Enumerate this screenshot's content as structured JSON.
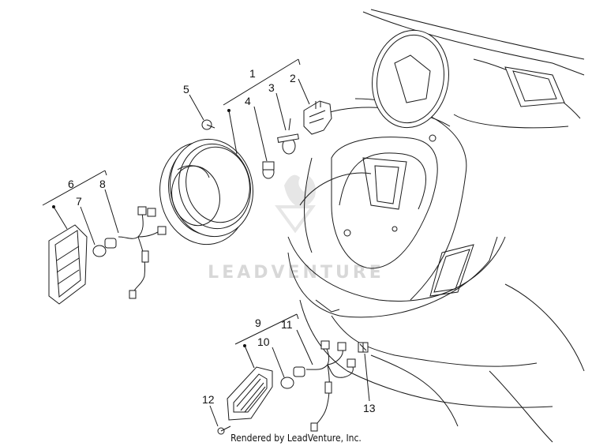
{
  "diagram": {
    "callouts": [
      {
        "id": "1",
        "label": "1"
      },
      {
        "id": "2",
        "label": "2"
      },
      {
        "id": "3",
        "label": "3"
      },
      {
        "id": "4",
        "label": "4"
      },
      {
        "id": "5",
        "label": "5"
      },
      {
        "id": "6",
        "label": "6"
      },
      {
        "id": "7",
        "label": "7"
      },
      {
        "id": "8",
        "label": "8"
      },
      {
        "id": "9",
        "label": "9"
      },
      {
        "id": "10",
        "label": "10"
      },
      {
        "id": "11",
        "label": "11"
      },
      {
        "id": "12",
        "label": "12"
      },
      {
        "id": "13",
        "label": "13"
      }
    ],
    "watermark": "LEADVENTURE",
    "credit": "Rendered by LeadVenture, Inc."
  }
}
